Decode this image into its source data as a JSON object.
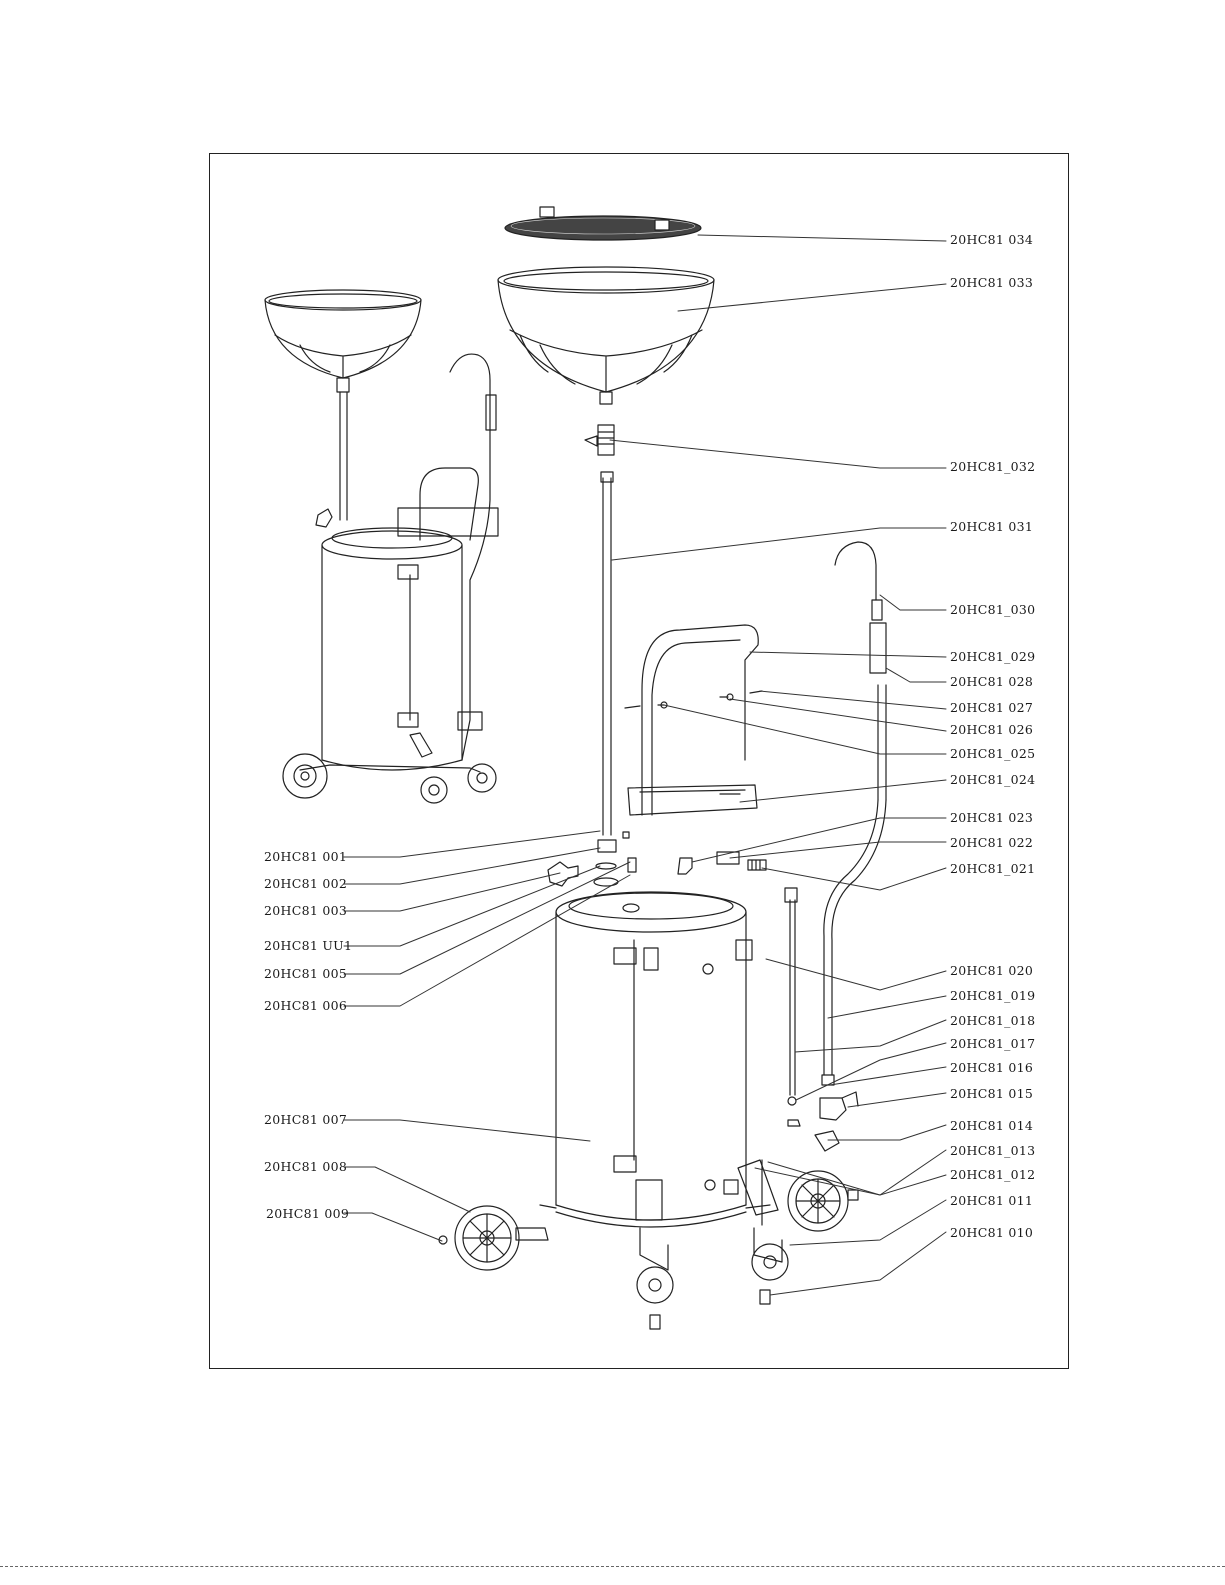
{
  "diagram": {
    "labels": {
      "p001": "20HC81 001",
      "p002": "20HC81 002",
      "p003": "20HC81 003",
      "p004": "20HC81 UU1",
      "p005": "20HC81 005",
      "p006": "20HC81 006",
      "p007": "20HC81 007",
      "p008": "20HC81 008",
      "p009": "20HC81 009",
      "p010": "20HC81 010",
      "p011": "20HC81 011",
      "p012": "20HC81_012",
      "p013": "20HC81_013",
      "p014": "20HC81 014",
      "p015": "20HC81 015",
      "p016": "20HC81 016",
      "p017": "20HC81_017",
      "p018": "20HC81_018",
      "p019": "20HC81_019",
      "p020": "20HC81 020",
      "p021": "20HC81_021",
      "p022": "20HC81 022",
      "p023": "20HC81 023",
      "p024": "20HC81_024",
      "p025": "20HC81_025",
      "p026": "20HC81 026",
      "p027": "20HC81 027",
      "p028": "20HC81 028",
      "p029": "20HC81_029",
      "p030": "20HC81_030",
      "p031": "20HC81 031",
      "p032": "20HC81_032",
      "p033": "20HC81 033",
      "p034": "20HC81 034"
    }
  }
}
